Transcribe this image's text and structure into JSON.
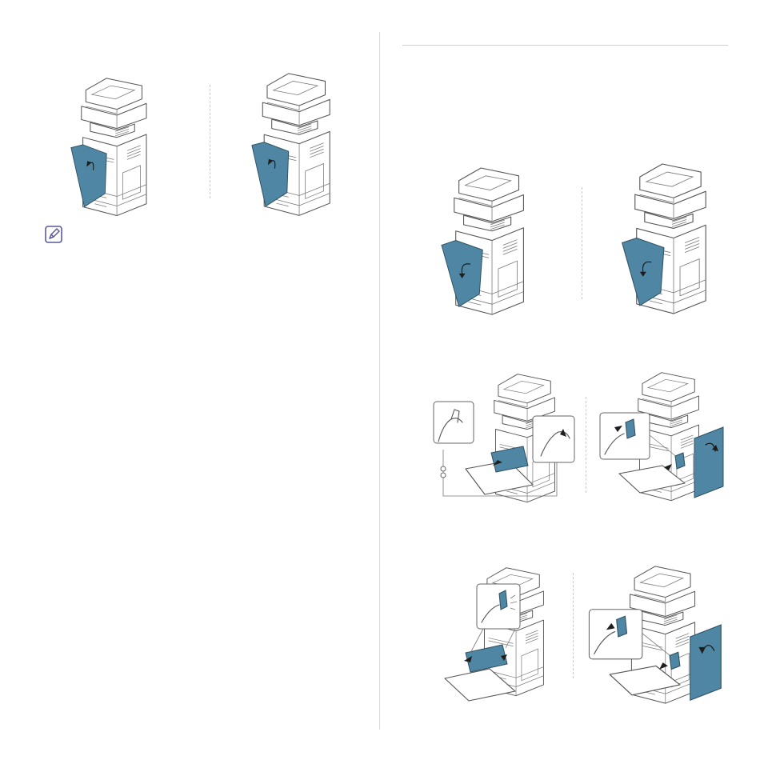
{
  "page": {
    "note_icon": "note-pencil-icon",
    "accent_color": "#4f86a3"
  },
  "figures": [
    {
      "name": "printer-front-door-close-a",
      "icon": "printer-illustration"
    },
    {
      "name": "printer-front-door-close-b",
      "icon": "printer-illustration"
    },
    {
      "name": "printer-front-door-open-a",
      "icon": "printer-illustration"
    },
    {
      "name": "printer-front-door-open-b",
      "icon": "printer-illustration"
    },
    {
      "name": "printer-waste-toner-remove",
      "icon": "printer-illustration"
    },
    {
      "name": "printer-side-door-open",
      "icon": "printer-illustration"
    },
    {
      "name": "printer-waste-toner-insert",
      "icon": "printer-illustration"
    },
    {
      "name": "printer-side-door-close",
      "icon": "printer-illustration"
    }
  ]
}
